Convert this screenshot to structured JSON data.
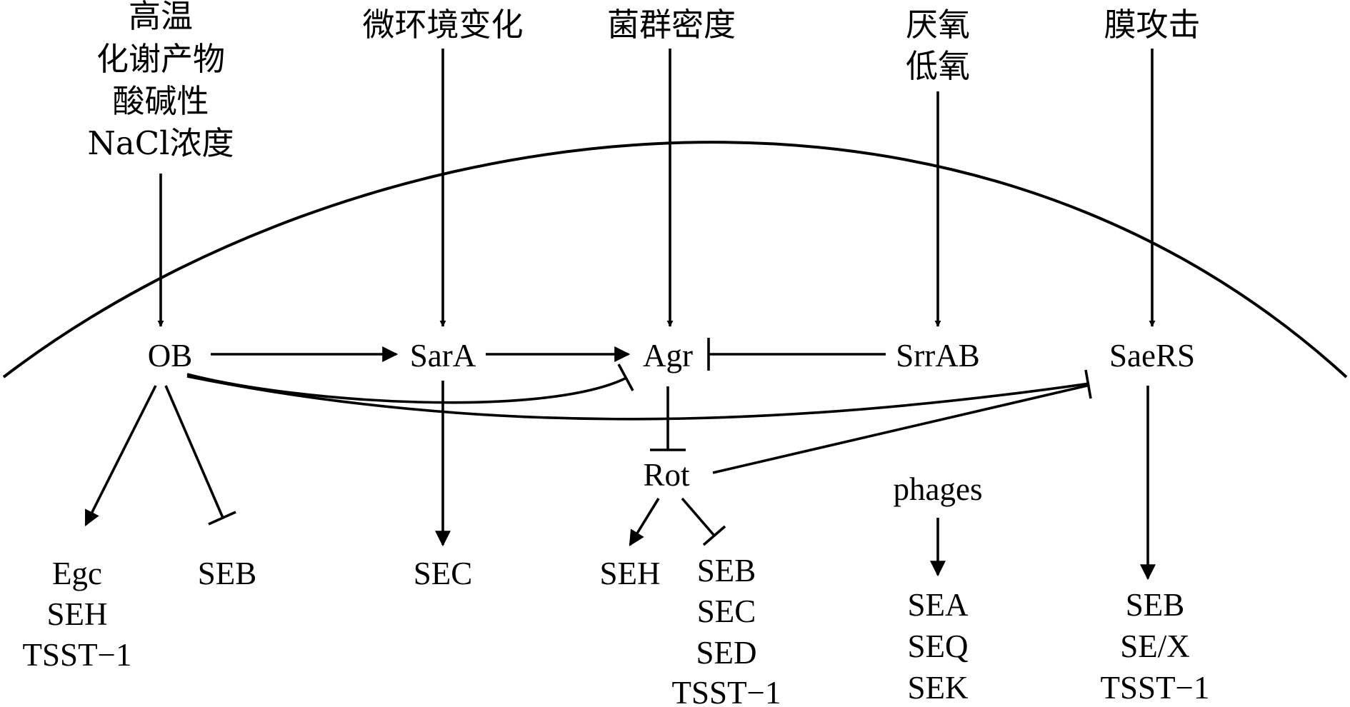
{
  "stimuli": {
    "ob": [
      "高温",
      "化谢产物",
      "酸碱性",
      "NaCl浓度"
    ],
    "sara": [
      "微环境变化"
    ],
    "agr": [
      "菌群密度"
    ],
    "srrab": [
      "厌氧",
      "低氧"
    ],
    "saers": [
      "膜攻击"
    ]
  },
  "nodes": {
    "ob": "OB",
    "sara": "SarA",
    "agr": "Agr",
    "srrab": "SrrAB",
    "saers": "SaeRS",
    "rot": "Rot",
    "phages": "phages"
  },
  "outputs": {
    "ob_activated": [
      "Egc",
      "SEH",
      "TSST−1"
    ],
    "ob_inhibited": [
      "SEB"
    ],
    "sara_activated": [
      "SEC"
    ],
    "rot_activated": [
      "SEH"
    ],
    "rot_inhibited": [
      "SEB",
      "SEC",
      "SED",
      "TSST−1"
    ],
    "phages_activated": [
      "SEA",
      "SEQ",
      "SEK"
    ],
    "saers_activated": [
      "SEB",
      "SE/X",
      "TSST−1"
    ]
  }
}
